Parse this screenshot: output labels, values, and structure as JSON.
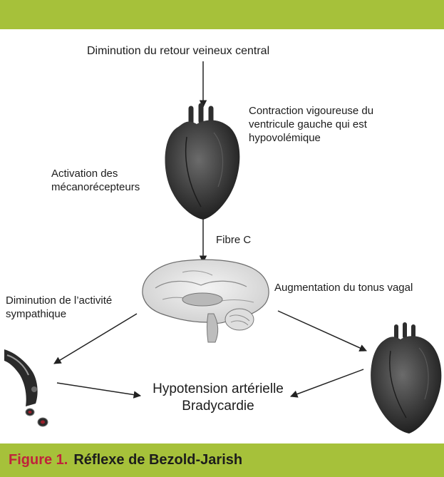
{
  "diagram": {
    "top_label": "Diminution du retour veineux central",
    "contraction_label_line1": "Contraction vigoureuse du",
    "contraction_label_line2": "ventricule gauche qui est",
    "contraction_label_line3": "hypovolémique",
    "activation_label_line1": "Activation des",
    "activation_label_line2": "mécanorécepteurs",
    "fibre_label": "Fibre C",
    "sympathetic_label_line1": "Diminution de l’activité",
    "sympathetic_label_line2": "sympathique",
    "vagal_label": "Augmentation du tonus vagal",
    "outcome_line1": "Hypotension artérielle",
    "outcome_line2": "Bradycardie"
  },
  "caption": {
    "label": "Figure 1.",
    "title": "Réflexe de Bezold-Jarish"
  },
  "colors": {
    "banner": "#a6c13a",
    "caption_label": "#c0233b",
    "heart": "#3a3a3a",
    "brain": "#e6e6e6"
  },
  "icons": [
    "heart-illustration",
    "brain-illustration",
    "blood-vessel-illustration"
  ]
}
